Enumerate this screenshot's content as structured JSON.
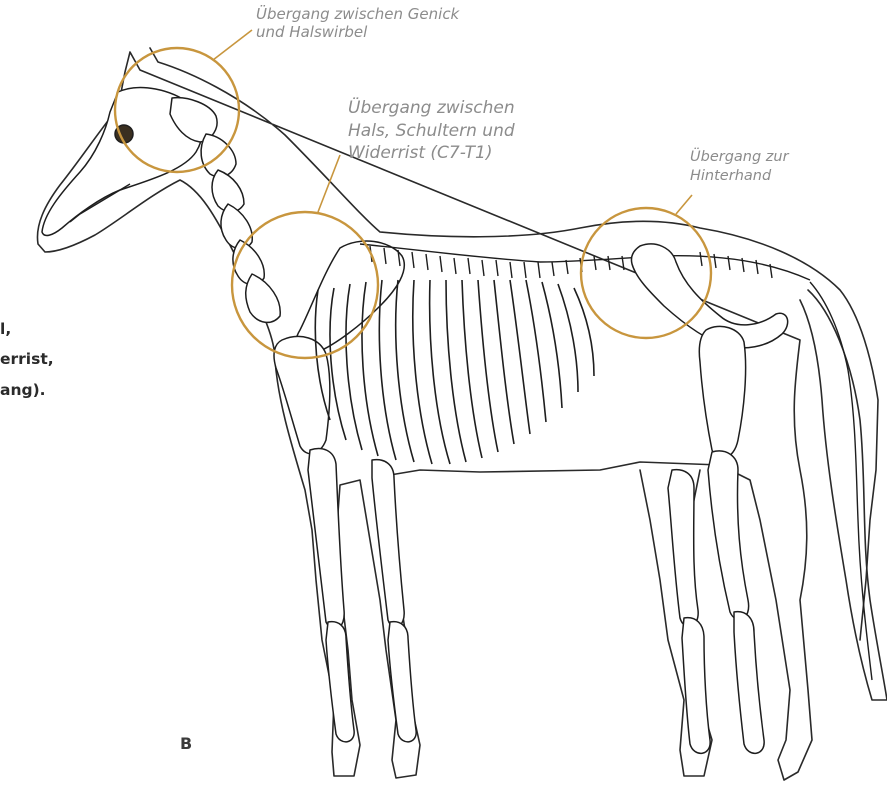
{
  "figure": {
    "annotations": {
      "genick": [
        "Übergang zwischen Genick",
        "und Halswirbel"
      ],
      "hals": [
        "Übergang zwischen",
        "Hals, Schultern und",
        "Widerrist (C7-T1)"
      ],
      "hinterhand": [
        "Übergang zur",
        "Hinterhand"
      ]
    },
    "side_text": [
      "l,",
      "errist,",
      "ang)."
    ],
    "panel_letter": "B",
    "colors": {
      "ring": "#c8963e",
      "annotation_text": "#8c8c8c",
      "line_art": "#1e1e1e"
    }
  }
}
